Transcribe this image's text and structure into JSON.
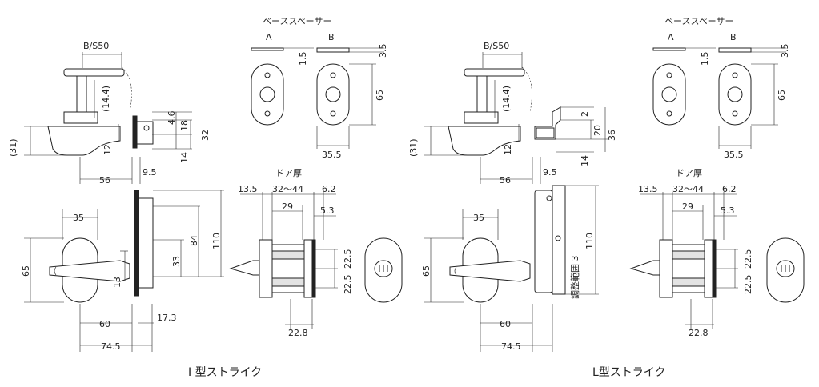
{
  "captions": {
    "i_type": "I 型ストライク",
    "l_type": "L型ストライク"
  },
  "left": {
    "spacer_title": "ベーススペーサー",
    "spacer_a": "A",
    "spacer_b": "B",
    "d_1_5": "1.5",
    "d_3_5": "3.5",
    "d_65_sp": "65",
    "d_35_5": "35.5",
    "d_bs50": "B/S50",
    "d_14_4": "(14.4)",
    "d_31": "(31)",
    "d_12": "12",
    "d_56": "56",
    "d_9_5": "9.5",
    "d_4_6": "4.6",
    "d_18": "18",
    "d_32": "32",
    "d_14": "14",
    "d_13_5": "13.5",
    "d_door": "ドア厚",
    "d_32_44": "32～44",
    "d_6_2": "6.2",
    "d_29": "29",
    "d_5_3": "5.3",
    "d_22_5a": "22.5",
    "d_22_5b": "22.5",
    "d_22_8": "22.8",
    "d_35": "35",
    "d_65": "65",
    "d_13": "13",
    "d_33": "33",
    "d_84": "84",
    "d_110": "110",
    "d_60": "60",
    "d_17_3": "17.3",
    "d_74_5": "74.5"
  },
  "right": {
    "spacer_title": "ベーススペーサー",
    "spacer_a": "A",
    "spacer_b": "B",
    "d_1_5": "1.5",
    "d_3_5": "3.5",
    "d_65_sp": "65",
    "d_35_5": "35.5",
    "d_bs50": "B/S50",
    "d_14_4": "(14.4)",
    "d_31": "(31)",
    "d_12": "12",
    "d_56": "56",
    "d_9_5": "9.5",
    "d_2": "2",
    "d_20": "20",
    "d_36": "36",
    "d_14": "14",
    "d_13_5": "13.5",
    "d_door": "ドア厚",
    "d_32_44": "32～44",
    "d_6_2": "6.2",
    "d_29": "29",
    "d_5_3": "5.3",
    "d_22_5a": "22.5",
    "d_22_5b": "22.5",
    "d_22_8": "22.8",
    "d_35": "35",
    "d_65": "65",
    "d_adjust": "調整範囲 3",
    "d_110": "110",
    "d_60": "60",
    "d_74_5": "74.5"
  }
}
